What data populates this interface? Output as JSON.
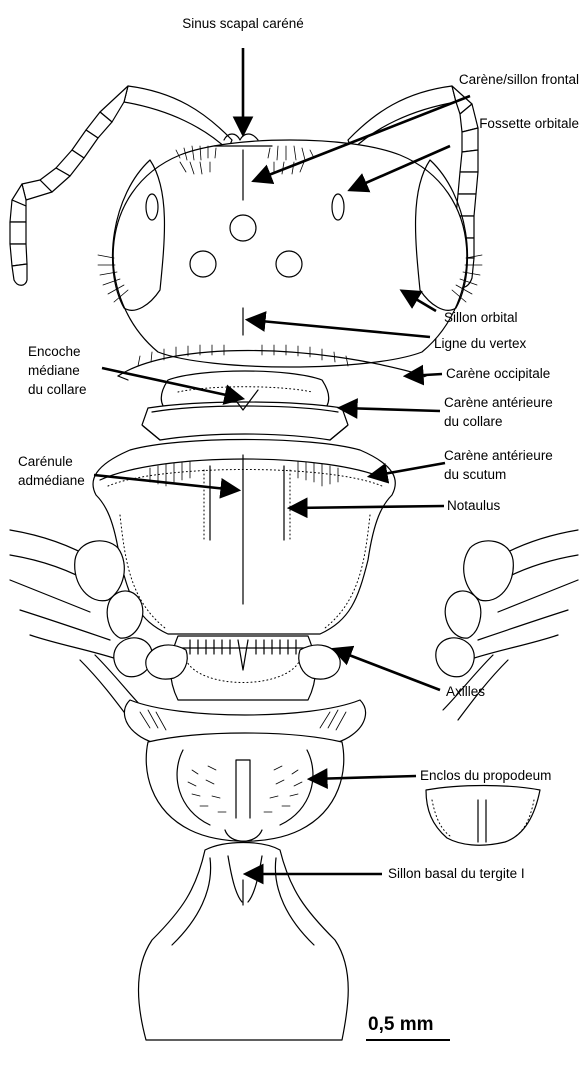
{
  "labels": {
    "sinus_scapal": "Sinus scapal caréné",
    "carene_sillon_frontal": "Carène/sillon frontal",
    "fossette_orbitale": "Fossette orbitale",
    "sillon_orbital": "Sillon orbital",
    "ligne_vertex": "Ligne du vertex",
    "encoche_1": "Encoche",
    "encoche_2": "médiane",
    "encoche_3": "du collare",
    "carene_occipitale": "Carène occipitale",
    "carene_collare_1": "Carène antérieure",
    "carene_collare_2": "du collare",
    "carenule_1": "Carénule",
    "carenule_2": "admédiane",
    "carene_scutum_1": "Carène antérieure",
    "carene_scutum_2": "du scutum",
    "notaulus": "Notaulus",
    "axilles": "Axilles",
    "enclos_propodeum": "Enclos du propodeum",
    "sillon_tergite": "Sillon basal du tergite I"
  },
  "scale_bar": {
    "label": "0,5 mm"
  }
}
